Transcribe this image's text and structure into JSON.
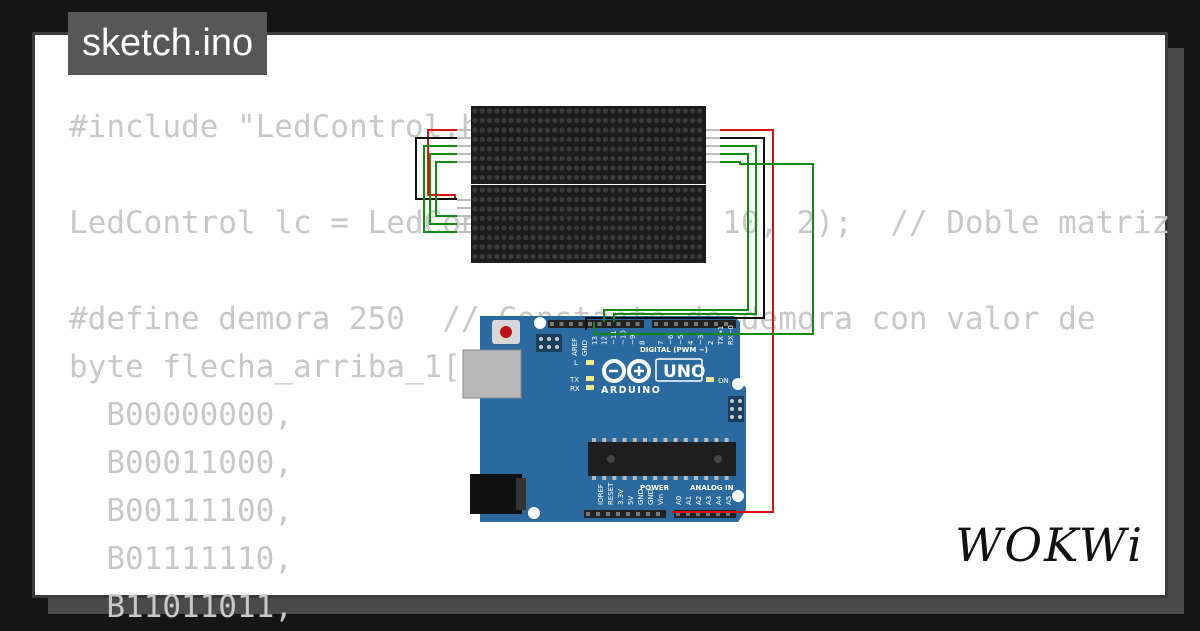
{
  "tab": {
    "filename": "sketch.ino"
  },
  "code": {
    "lines": [
      "#include \"LedControl.h\"",
      "",
      "LedControl lc = LedControl(12, 11, 10, 2);  // Doble matriz",
      "",
      "#define demora 250  // Constante de demora con valor de",
      "byte flecha_arriba_1[] = {",
      "  B00000000,",
      "  B00011000,",
      "  B00111100,",
      "  B01111110,",
      "  B11011011,"
    ]
  },
  "board": {
    "brand": "ARDUINO",
    "model": "UNO",
    "on_label": "ON",
    "l_label": "L",
    "tx_label": "TX",
    "rx_label": "RX",
    "digital_label": "DIGITAL (PWM ~)",
    "aref": "AREF",
    "gnd": "GND",
    "digital_pins": [
      "13",
      "12",
      "~11",
      "~10",
      "~9",
      "8",
      "7",
      "~6",
      "~5",
      "4",
      "~3",
      "2",
      "TX→1",
      "RX←0"
    ],
    "power_label": "POWER",
    "power_pins": [
      "IOREF",
      "RESET",
      "3.3V",
      "5V",
      "GND",
      "GND",
      "Vin"
    ],
    "analog_label": "ANALOG IN",
    "analog_pins": [
      "A0",
      "A1",
      "A2",
      "A3",
      "A4",
      "A5"
    ]
  },
  "colors": {
    "wire_red": "#e01010",
    "wire_black": "#111111",
    "wire_green": "#138a13",
    "board": "#2b6a9e",
    "matrix": "#1c1c1c"
  },
  "brand": {
    "logo": "WOKWi"
  }
}
